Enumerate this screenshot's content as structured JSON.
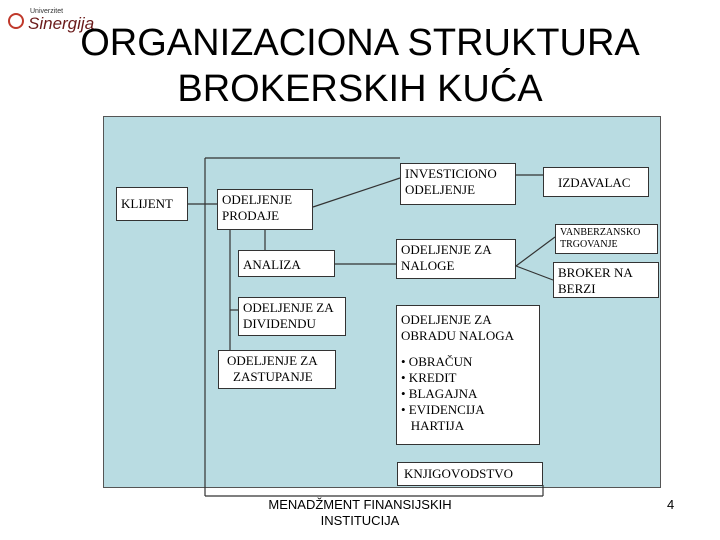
{
  "header": {
    "logo_small": "Univerzitet",
    "logo_text": "Sinergija",
    "title_line1": "ORGANIZACIONA STRUKTURA",
    "title_line2": "BROKERSKIH KUĆA"
  },
  "diagram": {
    "klijent": "KLIJENT",
    "prodaja_line1": "ODELJENJE",
    "prodaja_line2": "PRODAJE",
    "analiza": "ANALIZA",
    "dividende_line1": "ODELJENJE ZA",
    "dividende_line2": "DIVIDENDU",
    "zastupanje_line1": "ODELJENJE ZA",
    "zastupanje_line2": "ZASTUPANJE",
    "investiciono_line1": "INVESTICIONO",
    "investiciono_line2": "ODELJENJE",
    "naloge_line1": "ODELJENJE ZA",
    "naloge_line2": "NALOGE",
    "obrada_line1": "ODELJENJE ZA",
    "obrada_line2": "OBRADU NALOGA",
    "obrada_items": [
      "• OBRAČUN",
      "• KREDIT",
      "• BLAGAJNA",
      "• EVIDENCIJA",
      "   HARTIJA"
    ],
    "izdavalac": "IZDAVALAC",
    "vanberzansko_line1": "VANBERZANSKO",
    "vanberzansko_line2": "TRGOVANJE",
    "broker_line1": "BROKER NA",
    "broker_line2": "BERZI",
    "knjigovodstvo": "KNJIGOVODSTVO"
  },
  "footer": {
    "line1": "MENADŽMENT FINANSIJSKIH",
    "line2": "INSTITUCIJA",
    "page_number": "4"
  }
}
